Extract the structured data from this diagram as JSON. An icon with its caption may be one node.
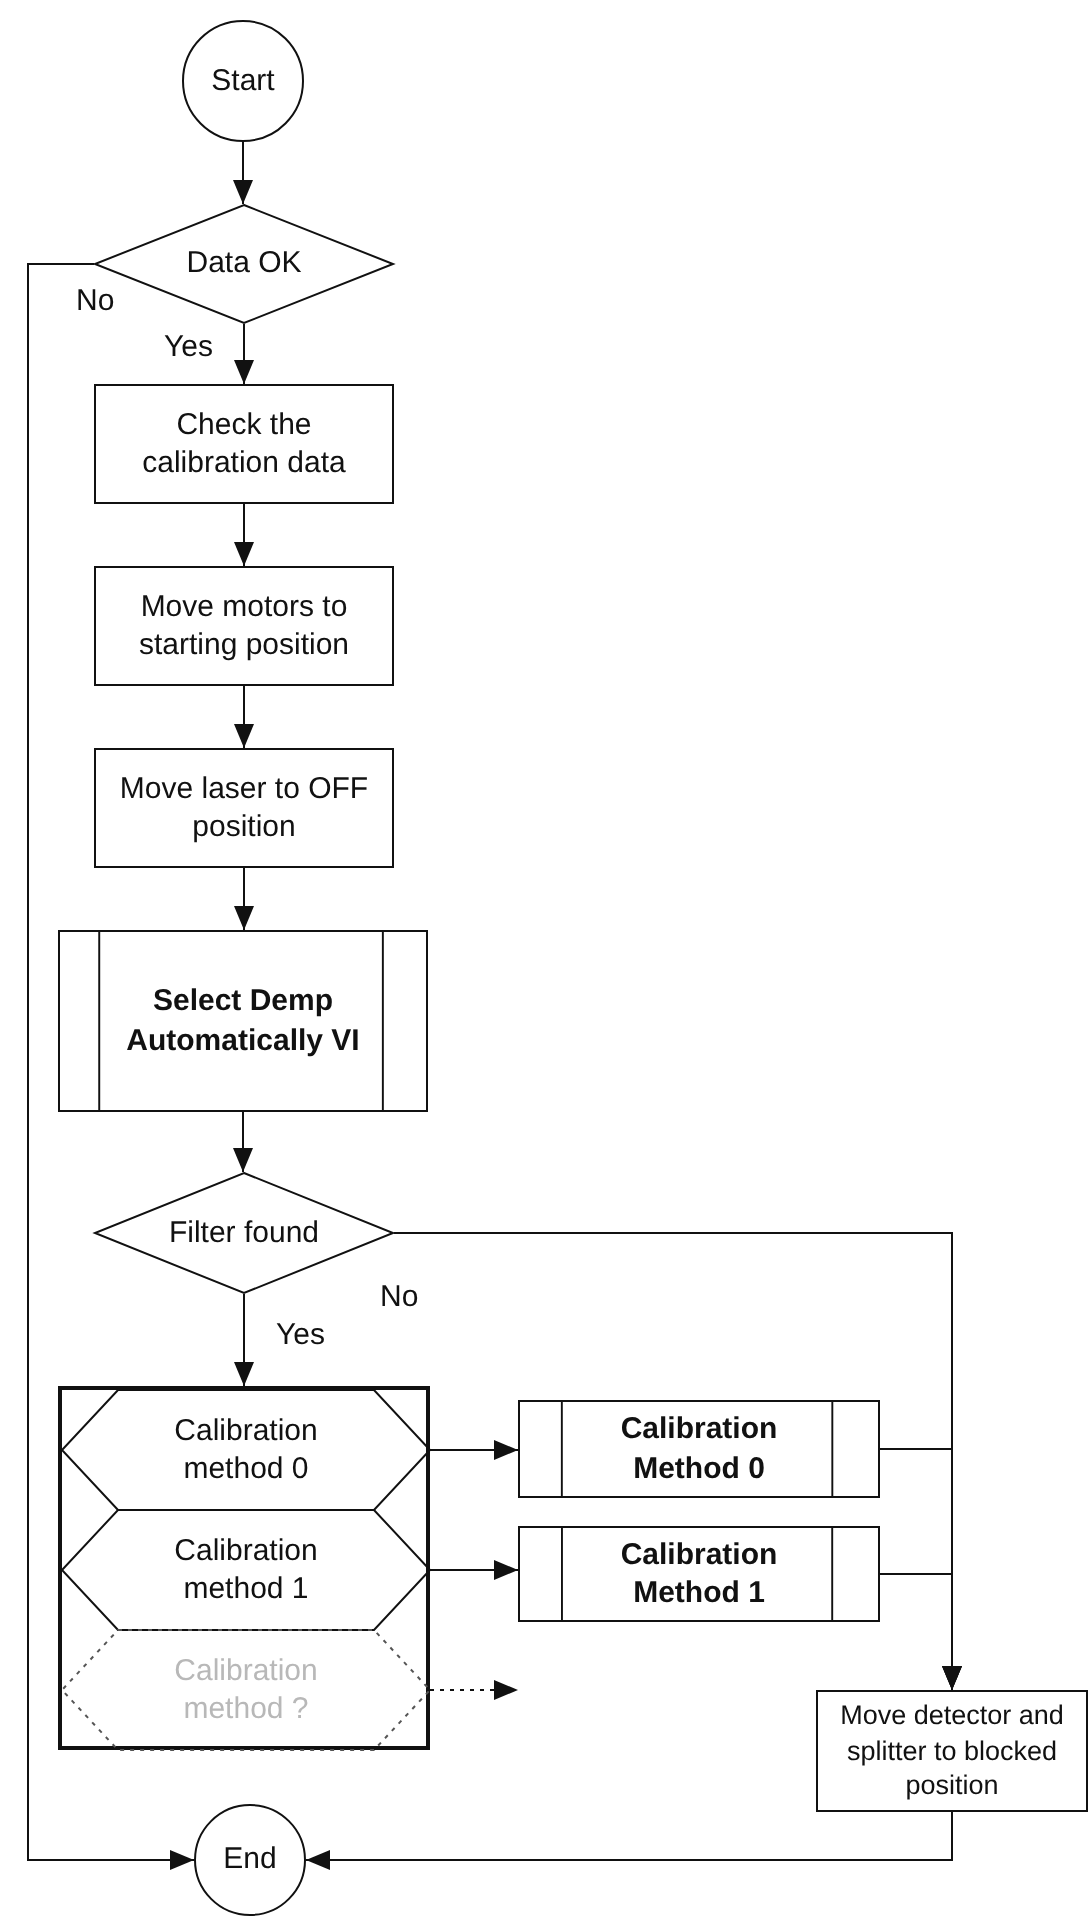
{
  "diagram": {
    "nodes": [
      {
        "text": [
          "Start"
        ]
      },
      {
        "text": [
          "Data OK"
        ]
      },
      {
        "text": [
          "Check the calibration data"
        ]
      },
      {
        "text": [
          "Move motors to starting position"
        ]
      },
      {
        "text": [
          "Move laser to OFF position"
        ]
      },
      {
        "text": [
          "Select Demp Automatically VI"
        ]
      },
      {
        "text": [
          "Filter found"
        ]
      },
      {
        "text": [],
        "shape": "box"
      },
      {
        "text": [
          "Calibration method 0"
        ],
        "in": 7
      },
      {
        "text": [
          "Calibration method 1"
        ],
        "in": 7
      },
      {
        "text": [
          "Calibration method ?"
        ],
        "in": 7
      },
      {
        "text": [
          "Calibration Method 0"
        ]
      },
      {
        "text": [
          "Calibration Method 1"
        ]
      },
      {
        "text": [
          "Move detector and splitter to blocked position"
        ]
      },
      {
        "text": [
          "End"
        ]
      }
    ],
    "edges": [
      {
        "from": 0,
        "to": 1,
        "arrow": "to"
      },
      {
        "from": 1,
        "to": 2,
        "arrow": "to",
        "label": "Yes"
      },
      {
        "from": 1,
        "to": 14,
        "arrow": "to",
        "label": "No"
      },
      {
        "from": 2,
        "to": 3,
        "arrow": "to"
      },
      {
        "from": 3,
        "to": 4,
        "arrow": "to"
      },
      {
        "from": 4,
        "to": 5,
        "arrow": "to"
      },
      {
        "from": 5,
        "to": 6,
        "arrow": "to"
      },
      {
        "from": 6,
        "to": 7,
        "arrow": "to",
        "label": "Yes"
      },
      {
        "from": 6,
        "to": 13,
        "arrow": "to",
        "label": "No"
      },
      {
        "from": 8,
        "to": 11,
        "arrow": "to"
      },
      {
        "from": 9,
        "to": 12,
        "arrow": "to"
      },
      {
        "from": 10,
        "to": null,
        "arrow": "to",
        "style": "dashed"
      },
      {
        "from": 11,
        "to": 13,
        "arrow": "to"
      },
      {
        "from": 12,
        "to": 13,
        "arrow": "to"
      },
      {
        "from": 13,
        "to": 14,
        "arrow": "to"
      }
    ]
  }
}
